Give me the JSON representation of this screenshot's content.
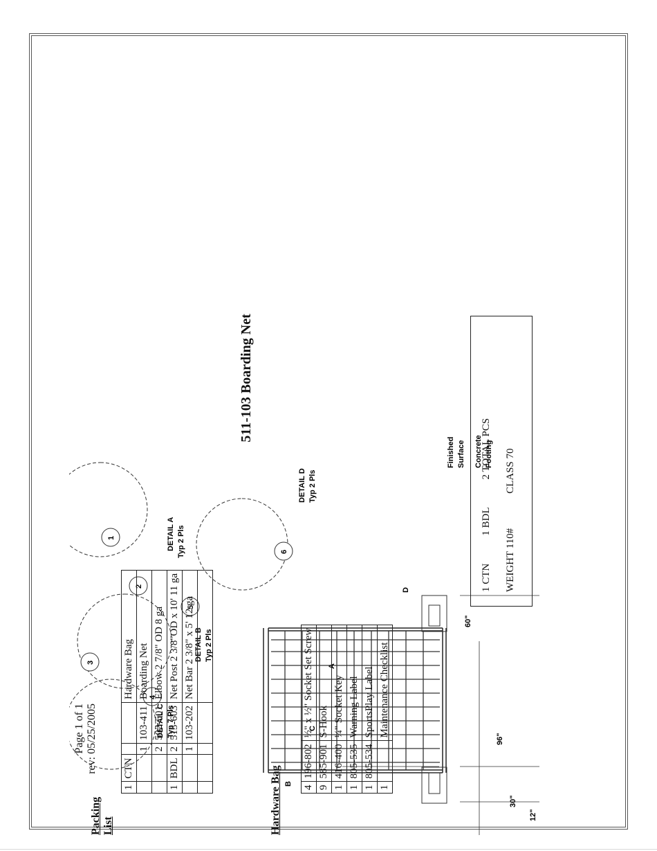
{
  "title": "511-103 Boarding Net",
  "page_info": {
    "page": "Page 1 of 1",
    "rev": "rev: 05/25/2005"
  },
  "packing_list": {
    "heading": "Packing List",
    "rows": [
      [
        "1",
        "CTN",
        "",
        "",
        "Hardware Bag"
      ],
      [
        "",
        "",
        "1",
        "103-411",
        "Boarding Net"
      ],
      [
        "",
        "",
        "2",
        "502-501",
        "Elbow 2 7/8\" OD 8 ga"
      ],
      [
        "1",
        "BDL",
        "2",
        "513-603",
        "Net Post 2 3/8\"OD x 10' 11 ga"
      ],
      [
        "",
        "",
        "1",
        "103-202",
        "Net Bar 2 3/8\" x 5' 12 ga"
      ],
      [
        "",
        "",
        "",
        "",
        ""
      ]
    ]
  },
  "hardware_bag": {
    "heading": "Hardware Bag",
    "rows": [
      [
        "4",
        "196-802",
        "½\" x ½\" Socket Set Screw"
      ],
      [
        "9",
        "585-901",
        "S-Hook"
      ],
      [
        "1",
        "416-400",
        "¼\" Socket Key"
      ],
      [
        "1",
        "805-535",
        "Warning Label"
      ],
      [
        "1",
        "805-534",
        "SportsPlay Label"
      ],
      [
        "1",
        "",
        "Maintenance Checklist"
      ]
    ]
  },
  "summary": {
    "ctn": "1 CTN",
    "bdl": "1 BDL",
    "total": "2 TOTAL PCS",
    "weight": "WEIGHT 110#",
    "class": "CLASS 70"
  },
  "drawing": {
    "detail_a": [
      "DETAIL A",
      "Typ 2 Pls"
    ],
    "detail_b": [
      "DETAIL B",
      "Typ 2 Pls"
    ],
    "detail_c": [
      "DETAIL C",
      "Typ 7 Pls"
    ],
    "detail_d": [
      "DETAIL D",
      "Typ 2 Pls"
    ],
    "dim_width": "96\"",
    "dim_height": "60\"",
    "dim_footing": "30\"",
    "dim_embed": "12\"",
    "label_a": "A",
    "label_b": "B",
    "label_c": "C",
    "label_d": "D",
    "finished_surface": [
      "Finished",
      "Surface"
    ],
    "concrete_footing": [
      "Concrete",
      "Footing"
    ],
    "callouts": [
      "1",
      "2",
      "3",
      "4",
      "5",
      "6"
    ]
  }
}
